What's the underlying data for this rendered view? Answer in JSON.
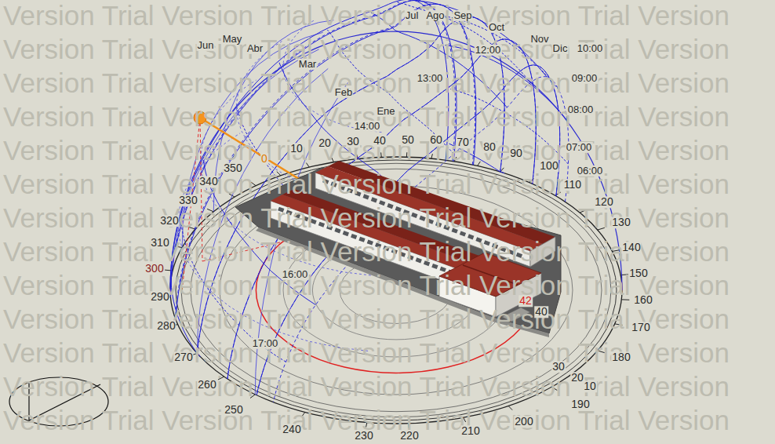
{
  "diagram": {
    "labels": [
      "Version Trial Version Trial Version Trial Version Trial Version",
      "Version Trial Version Trial Version Trial Version Trial Version",
      "Version Trial Version Trial Version Trial Version Trial Version",
      "Version Trial Version Trial Version Trial Version Trial Version",
      "Version Trial Version Trial Version Trial Version Trial Version",
      "Version Trial Version Trial Version Trial Version Trial Version",
      "Version Trial Version Trial Version Trial Version Trial Version",
      "Version Trial Version Trial Version Trial Version Trial Version",
      "Version Trial Version Trial Version Trial Version Trial Version",
      "Version Trial Version Trial Version Trial Version Trial Version",
      "Version Trial Version Trial Version Trial Version Trial Version",
      "Version Trial Version Trial Version Trial Version Trial Version",
      "Version Trial Version Trial Version Trial Version Trial Version",
      "0",
      "10",
      "20",
      "30",
      "40",
      "50",
      "60",
      "70",
      "80",
      "90",
      "100",
      "110",
      "120",
      "130",
      "140",
      "150",
      "160",
      "170",
      "180",
      "190",
      "200",
      "210",
      "220",
      "230",
      "240",
      "250",
      "260",
      "270",
      "280",
      "290",
      "300",
      "310",
      "320",
      "330",
      "340",
      "350",
      "10",
      "20",
      "30",
      "40",
      "42",
      "Jun",
      "May",
      "Abr",
      "Mar",
      "Feb",
      "Ene",
      "Jul",
      "Ago",
      "Sep",
      "Oct",
      "Nov",
      "Dic",
      "12:00",
      "10:00",
      "13:00",
      "09:00",
      "08:00",
      "14:00",
      "07:00",
      "06:00",
      "16:00",
      "17:00"
    ]
  }
}
